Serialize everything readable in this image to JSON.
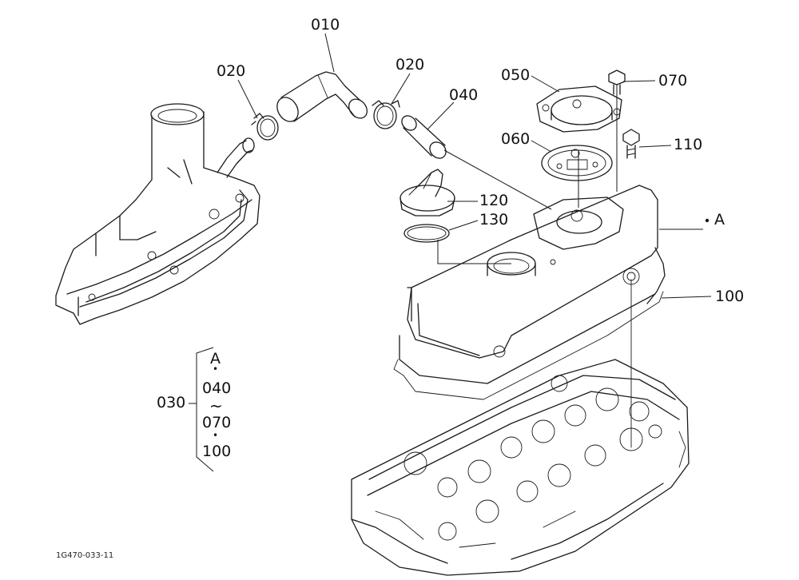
{
  "colors": {
    "line": "#1a1a1a",
    "background": "#ffffff"
  },
  "labels": {
    "p010": "010",
    "p020_left": "020",
    "p020_right": "020",
    "p040": "040",
    "p050": "050",
    "p060": "060",
    "p070": "070",
    "p110": "110",
    "p120": "120",
    "p130": "130",
    "p100": "100",
    "ref_a": "A"
  },
  "assembly_group": {
    "label": "030",
    "items": [
      "A",
      "•",
      "040",
      "~",
      "070",
      "•",
      "100"
    ]
  },
  "drawing_code": "1G470-033-11"
}
